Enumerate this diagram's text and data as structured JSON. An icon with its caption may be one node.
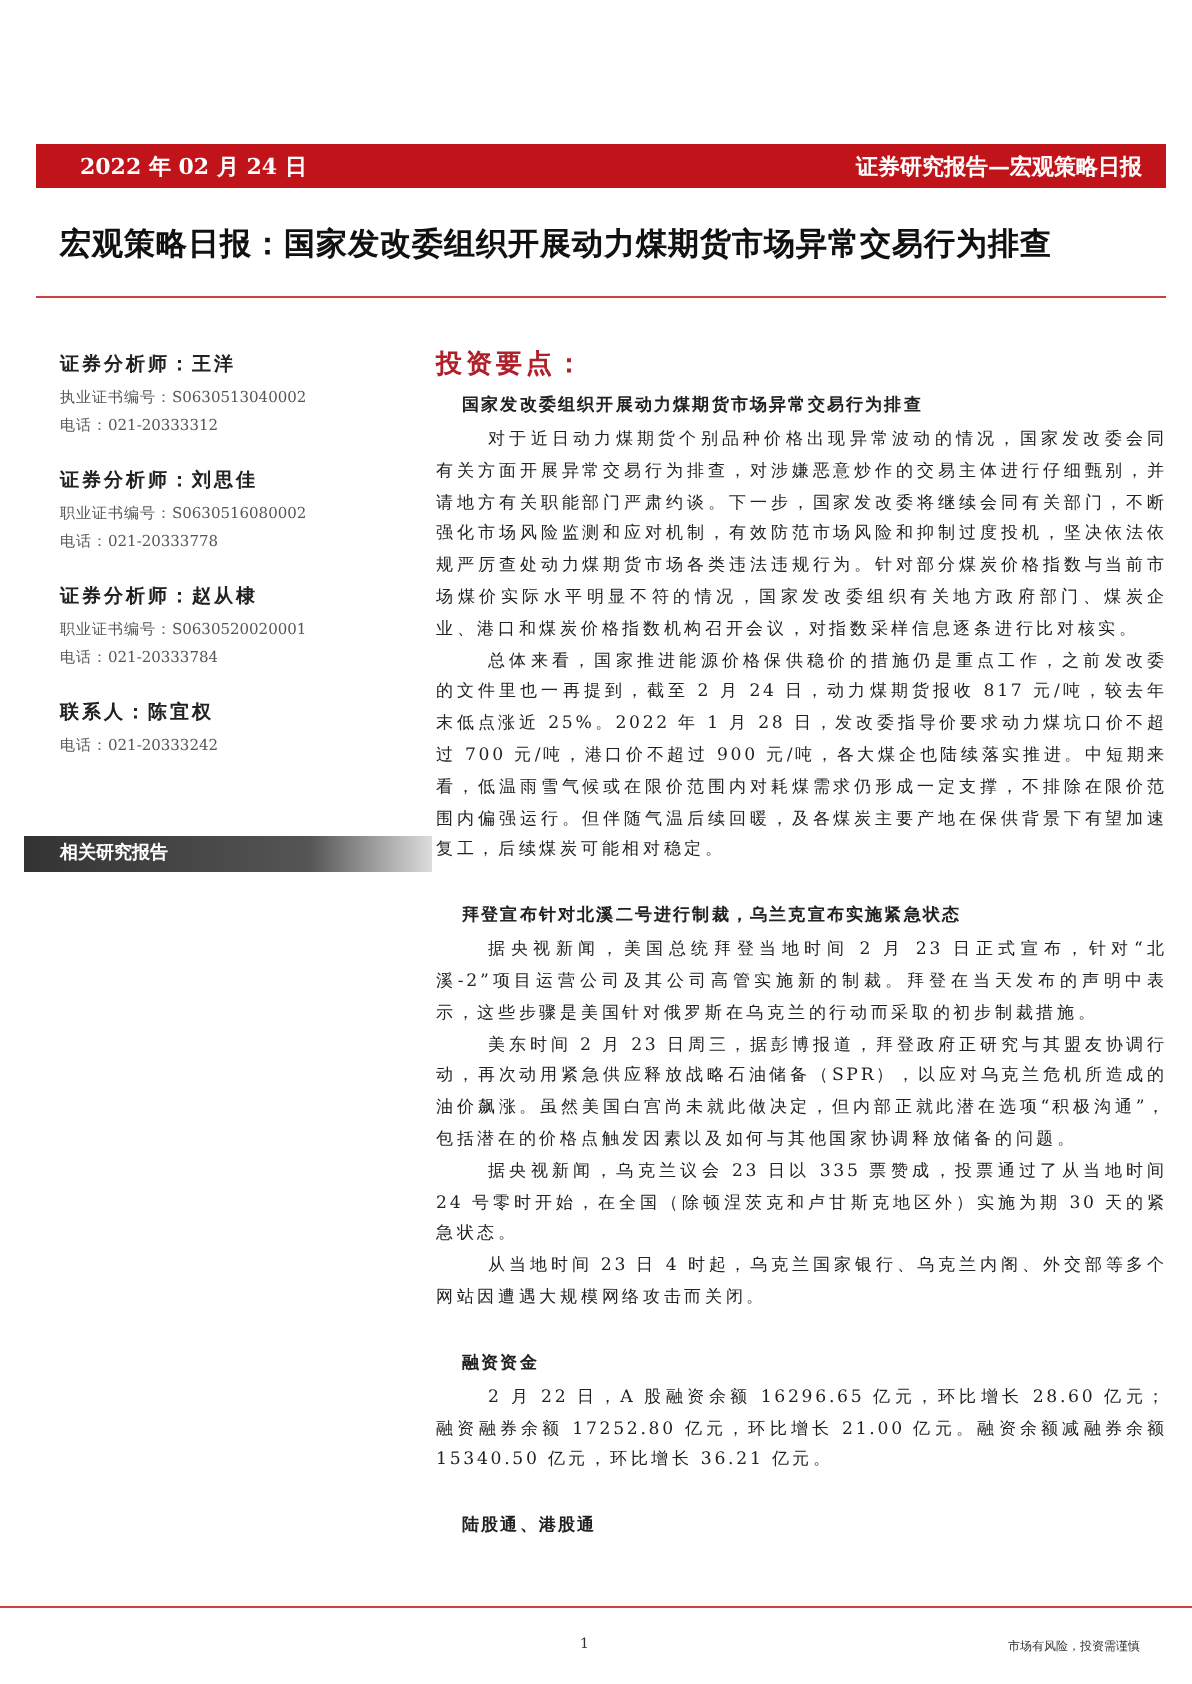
{
  "diagram": {
    "title": "宏观策略日报：国家发改委组织开展动力煤期货市场异常交易行为排查",
    "labels": [
      "2022 年 02 月 24 日",
      "证券研究报告—宏观策略日报",
      "证券分析师：王洋",
      "执业证书编号：S0630513040002",
      "电话：021-20333312",
      "证券分析师：刘思佳",
      "职业证书编号：S0630516080002",
      "电话：021-20333778",
      "证券分析师：赵从棣",
      "职业证书编号：S0630520020001",
      "电话：021-20333784",
      "联系人：陈宜权",
      "电话：021-20333242",
      "相关研究报告",
      "投资要点：",
      "国家发改委组织开展动力煤期货市场异常交易行为排查",
      "对于近日动力煤期货个别品种价格出现异常波动的情况，国家发改委会同有关方面开展异常交易行为排查，对涉嫌恶意炒作的交易主体进行仔细甄别，并请地方有关职能部门严肃约谈。下一步，国家发改委将继续会同有关部门，不断强化市场风险监测和应对机制，有效防范市场风险和抑制过度投机，坚决依法依规严厉查处动力煤期货市场各类违法违规行为。针对部分煤炭价格指数与当前市场煤价实际水平明显不符的情况，国家发改委组织有关地方政府部门、煤炭企业、港口和煤炭价格指数机构召开会议，对指数采样信息逐条进行比对核实。",
      "总体来看，国家推进能源价格保供稳价的措施仍是重点工作，之前发改委的文件里也一再提到，截至 2 月 24 日，动力煤期货报收 817 元/吨，较去年末低点涨近 25%。2022 年 1 月 28 日，发改委指导价要求动力煤坑口价不超过 700 元/吨，港口价不超过 900 元/吨，各大煤企也陆续落实推进。中短期来看，低温雨雪气候或在限价范围内对耗煤需求仍形成一定支撑，不排除在限价范围内偏强运行。但伴随气温后续回暖，及各煤炭主要产地在保供背景下有望加速复工，后续煤炭可能相对稳定。",
      "拜登宣布针对北溪二号进行制裁，乌兰克宣布实施紧急状态",
      "据央视新闻，美国总统拜登当地时间 2 月 23 日正式宣布，针对“北溪-2”项目运营公司及其公司高管实施新的制裁。拜登在当天发布的声明中表示，这些步骤是美国针对俄罗斯在乌克兰的行动而采取的初步制裁措施。",
      "美东时间 2 月 23 日周三，据彭博报道，拜登政府正研究与其盟友协调行动，再次动用紧急供应释放战略石油储备（SPR），以应对乌克兰危机所造成的油价飙涨。虽然美国白宫尚未就此做决定，但内部正就此潜在选项“积极沟通”，包括潜在的价格点触发因素以及如何与其他国家协调释放储备的问题。",
      "据央视新闻，乌克兰议会 23 日以 335 票赞成，投票通过了从当地时间 24 号零时开始，在全国（除顿涅茨克和卢甘斯克地区外）实施为期 30 天的紧急状态。",
      "从当地时间 23 日 4 时起，乌克兰国家银行、乌克兰内阁、外交部等多个网站因遭遇大规模网络攻击而关闭。",
      "融资资金",
      "2 月 22 日，A 股融资余额 16296.65 亿元，环比增长 28.60 亿元；融资融券余额 17252.80 亿元，环比增长 21.00 亿元。融资余额减融券余额 15340.50 亿元，环比增长 36.21 亿元。",
      "陆股通、港股通",
      "1",
      "市场有风险，投资需谨慎"
    ]
  }
}
